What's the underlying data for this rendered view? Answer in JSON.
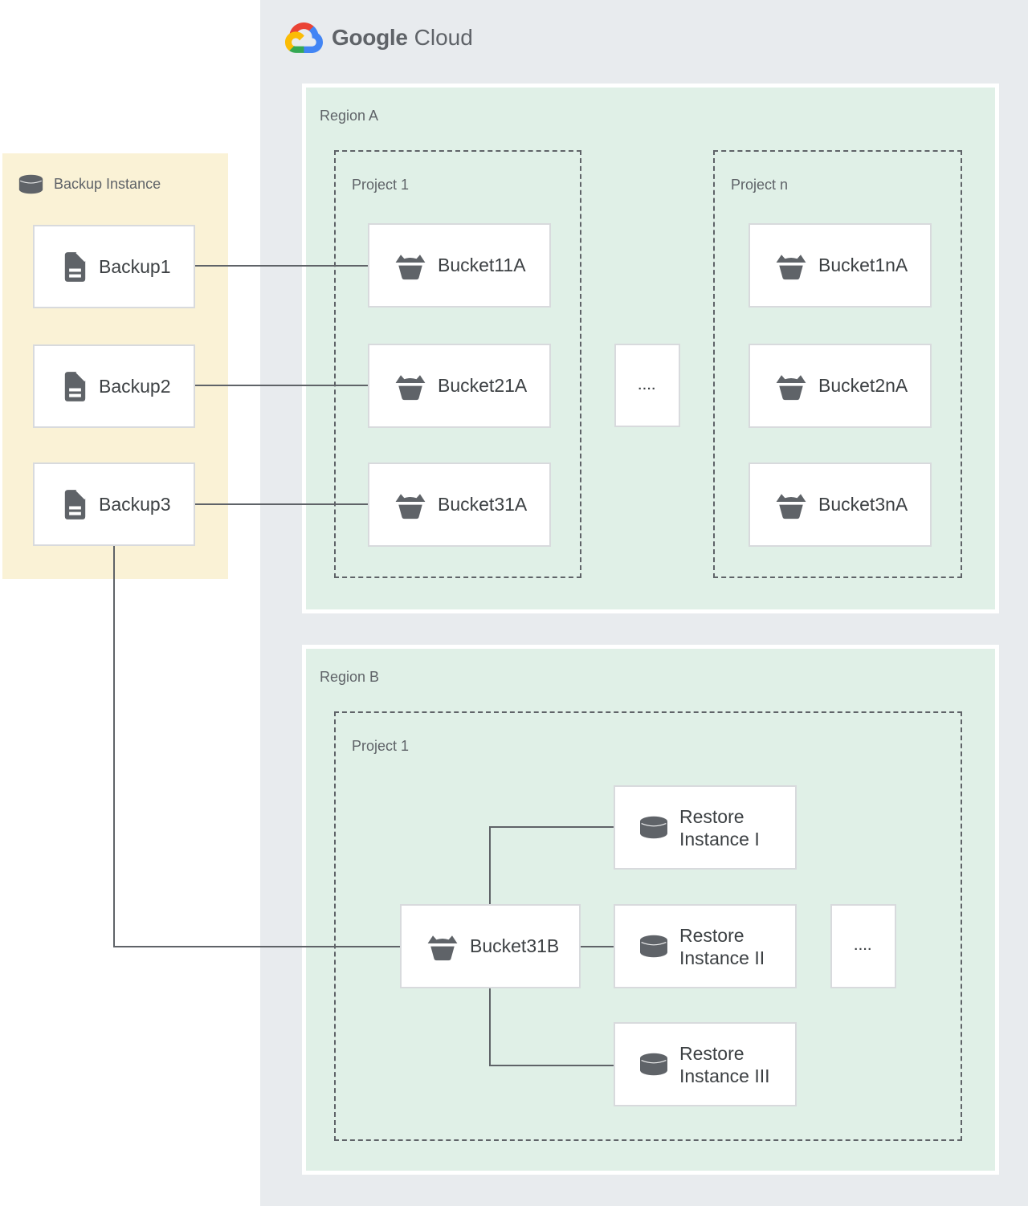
{
  "palette": {
    "panel-bg": "#e8ebee",
    "region-bg": "#e0f0e7",
    "backup-bg": "#faf2d6",
    "node-bg": "#ffffff",
    "node-border": "#d8dadd",
    "line": "#5f6368",
    "label": "#5f6368",
    "text": "#3c4043",
    "icon": "#5f6368",
    "logo-text": "#5f6368",
    "google-red": "#EA4335",
    "google-blue": "#4285F4",
    "google-green": "#34A853",
    "google-yellow": "#FBBC05"
  },
  "logo": {
    "brand": "Google",
    "product": "Cloud"
  },
  "backup_panel": {
    "title": "Backup Instance",
    "items": [
      {
        "label": "Backup1"
      },
      {
        "label": "Backup2"
      },
      {
        "label": "Backup3"
      }
    ]
  },
  "region_a": {
    "label": "Region A",
    "ellipsis": "....",
    "project_1": {
      "label": "Project 1",
      "buckets": [
        {
          "label": "Bucket11A"
        },
        {
          "label": "Bucket21A"
        },
        {
          "label": "Bucket31A"
        }
      ]
    },
    "project_n": {
      "label": "Project n",
      "buckets": [
        {
          "label": "Bucket1nA"
        },
        {
          "label": "Bucket2nA"
        },
        {
          "label": "Bucket3nA"
        }
      ]
    }
  },
  "region_b": {
    "label": "Region B",
    "project_1": {
      "label": "Project 1",
      "bucket": {
        "label": "Bucket31B"
      },
      "restores": [
        {
          "label": "Restore Instance I"
        },
        {
          "label": "Restore Instance II"
        },
        {
          "label": "Restore Instance III"
        }
      ],
      "ellipsis": "...."
    }
  }
}
